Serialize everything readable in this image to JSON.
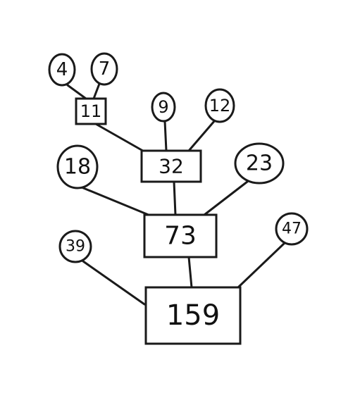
{
  "leaves": [
    {
      "id": "4",
      "label": "4"
    },
    {
      "id": "7",
      "label": "7"
    },
    {
      "id": "9",
      "label": "9"
    },
    {
      "id": "12",
      "label": "12"
    },
    {
      "id": "18",
      "label": "18"
    },
    {
      "id": "23",
      "label": "23"
    },
    {
      "id": "39",
      "label": "39"
    },
    {
      "id": "47",
      "label": "47"
    }
  ],
  "sums": [
    {
      "id": "11",
      "label": "11"
    },
    {
      "id": "32",
      "label": "32"
    },
    {
      "id": "73",
      "label": "73"
    },
    {
      "id": "159",
      "label": "159"
    }
  ],
  "edges": [
    [
      "4",
      "11"
    ],
    [
      "7",
      "11"
    ],
    [
      "11",
      "32"
    ],
    [
      "9",
      "32"
    ],
    [
      "12",
      "32"
    ],
    [
      "32",
      "73"
    ],
    [
      "18",
      "73"
    ],
    [
      "23",
      "73"
    ],
    [
      "73",
      "159"
    ],
    [
      "39",
      "159"
    ],
    [
      "47",
      "159"
    ]
  ],
  "colors": {
    "ink": "#1a1a1a",
    "background": "#ffffff"
  }
}
